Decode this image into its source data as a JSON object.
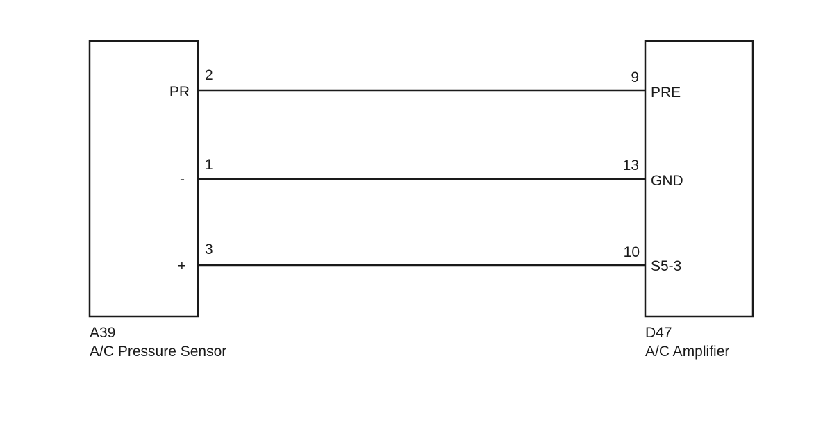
{
  "left_component": {
    "code": "A39",
    "name": "A/C Pressure Sensor",
    "terminals": [
      {
        "pin": "2",
        "label": "PR"
      },
      {
        "pin": "1",
        "label": "-"
      },
      {
        "pin": "3",
        "label": "+"
      }
    ]
  },
  "right_component": {
    "code": "D47",
    "name": "A/C Amplifier",
    "terminals": [
      {
        "pin": "9",
        "label": "PRE"
      },
      {
        "pin": "13",
        "label": "GND"
      },
      {
        "pin": "10",
        "label": "S5-3"
      }
    ]
  },
  "connections": [
    {
      "from_pin": "2",
      "to_pin": "9"
    },
    {
      "from_pin": "1",
      "to_pin": "13"
    },
    {
      "from_pin": "3",
      "to_pin": "10"
    }
  ],
  "colors": {
    "line": "#1a1a1a",
    "background": "#ffffff"
  }
}
